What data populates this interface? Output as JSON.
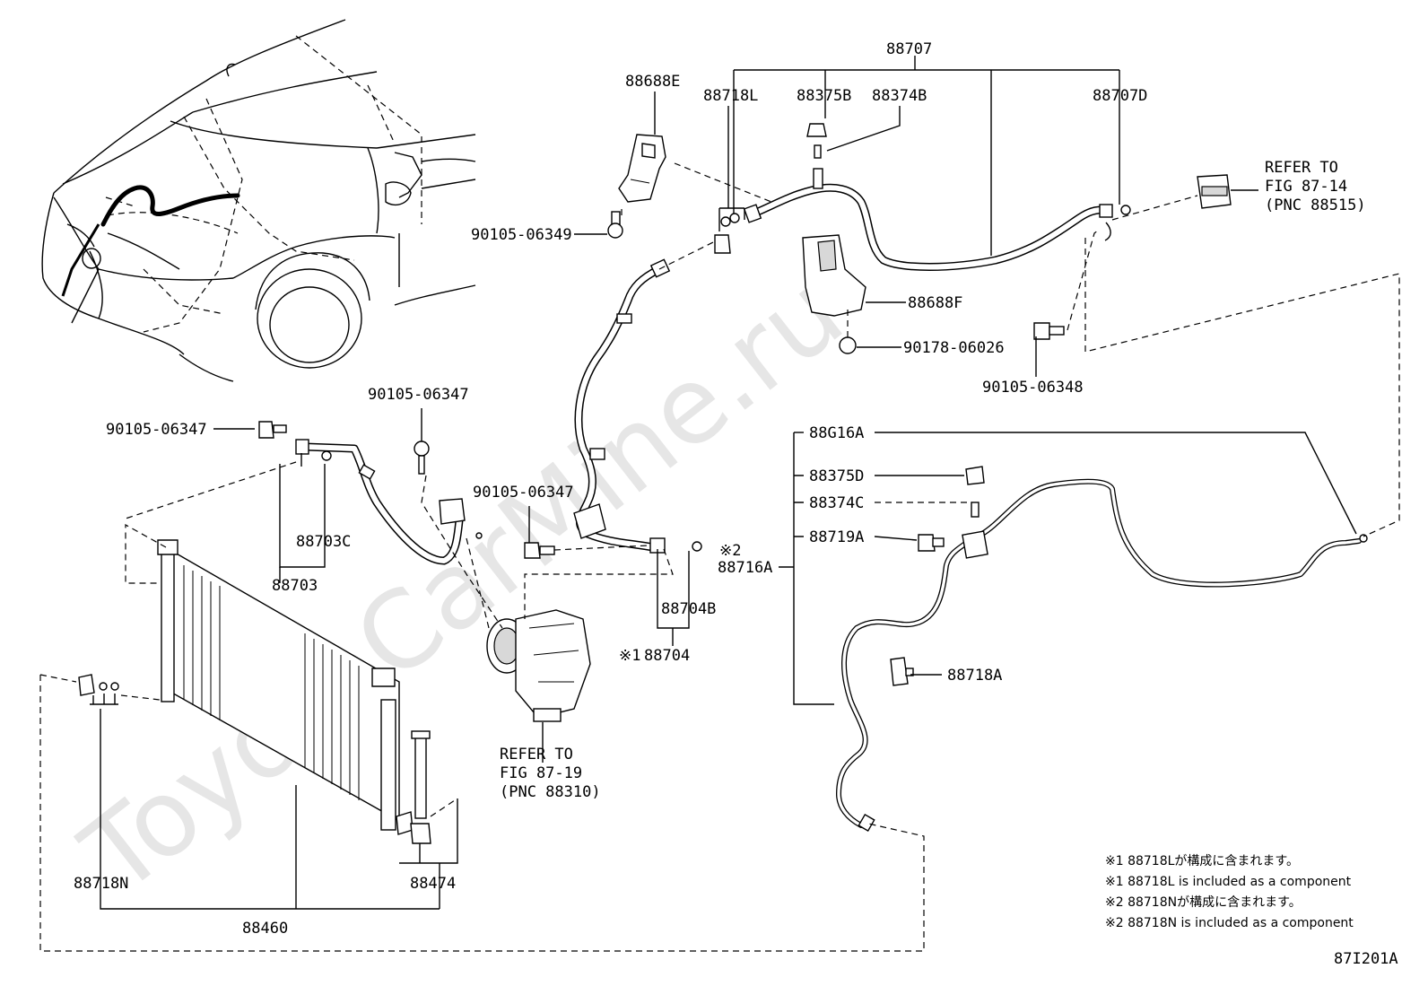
{
  "watermark": "ToyotaCarMine.ru",
  "labels": {
    "p88707": "88707",
    "p88688E": "88688E",
    "p88718L": "88718L",
    "p88375B": "88375B",
    "p88374B": "88374B",
    "p88707D": "88707D",
    "p90105_06349": "90105-06349",
    "p88688F": "88688F",
    "p90178_06026": "90178-06026",
    "p90105_06348": "90105-06348",
    "p90105_06347_a": "90105-06347",
    "p90105_06347_b": "90105-06347",
    "p90105_06347_c": "90105-06347",
    "p88703C": "88703C",
    "p88703": "88703",
    "p88704B": "88704B",
    "p88704_mark": "※1",
    "p88704": "88704",
    "p88716A_mark": "※2",
    "p88716A": "88716A",
    "p88G16A": "88G16A",
    "p88375D": "88375D",
    "p88374C": "88374C",
    "p88719A": "88719A",
    "p88718A": "88718A",
    "p88718N": "88718N",
    "p88474": "88474",
    "p88460": "88460"
  },
  "references": {
    "fig87_14": {
      "line1": "REFER TO",
      "line2": "FIG 87-14",
      "line3": "(PNC 88515)"
    },
    "fig87_19": {
      "line1": "REFER TO",
      "line2": "FIG 87-19",
      "line3": "(PNC 88310)"
    }
  },
  "notes": [
    "※1 88718Lが構成に含まれます。",
    "※1 88718L is included as a component",
    "※2 88718Nが構成に含まれます。",
    "※2 88718N is included as a component"
  ],
  "figure_id": "87I201A"
}
